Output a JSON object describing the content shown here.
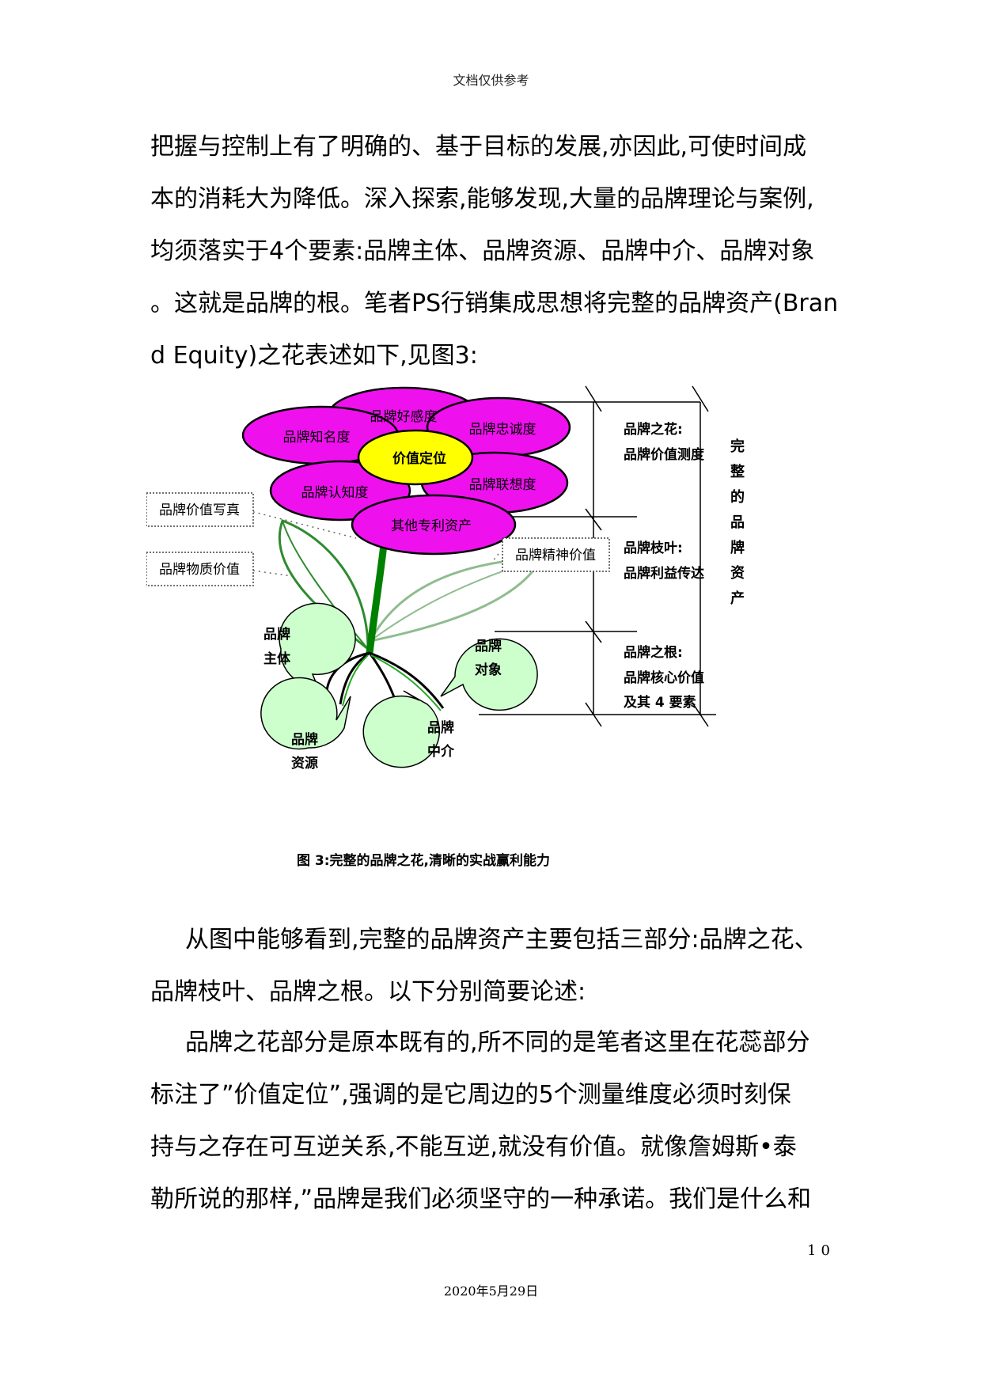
{
  "header": "文档仅供参考",
  "paragraph1": [
    "把握与控制上有了明确的、基于目标的发展,亦因此,可使时间成",
    "本的消耗大为降低。深入探索,能够发现,大量的品牌理论与案例,",
    "均须落实于4个要素:品牌主体、品牌资源、品牌中介、品牌对象",
    "。这就是品牌的根。笔者PS行销集成思想将完整的品牌资产(Bran",
    "d Equity)之花表述如下,见图3:"
  ],
  "figure": {
    "petals": {
      "haogan": "品牌好感度",
      "zhiming": "品牌知名度",
      "zhongcheng": "品牌忠诚度",
      "center": "价值定位",
      "renzhi": "品牌认知度",
      "lianxiang": "品牌联想度",
      "qita": "其他专利资产"
    },
    "boxes": {
      "xiezhen": "品牌价值写真",
      "wuzhi": "品牌物质价值",
      "jingshen": "品牌精神价值"
    },
    "bubbles": {
      "zhuti": [
        "品牌",
        "主体"
      ],
      "duixiang": [
        "品牌",
        "对象"
      ],
      "ziyuan": [
        "品牌",
        "资源"
      ],
      "zhongjie": [
        "品牌",
        "中介"
      ]
    },
    "right_labels": {
      "flower": [
        "品牌之花:",
        "品牌价值测度"
      ],
      "branch": [
        "品牌枝叶:",
        "品牌利益传达"
      ],
      "root": [
        "品牌之根:",
        "品牌核心价值",
        "及其 4 要素"
      ]
    },
    "vertical_title": [
      "完",
      "整",
      "的",
      "品",
      "牌",
      "资",
      "产"
    ],
    "caption": "图 3:完整的品牌之花,清晰的实战赢利能力",
    "colors": {
      "petal": "#ee11ee",
      "center": "#ffff00",
      "bubble": "#ccffcc",
      "stem": "#008000"
    }
  },
  "paragraph2": [
    "从图中能够看到,完整的品牌资产主要包括三部分:品牌之花、",
    "品牌枝叶、品牌之根。以下分别简要论述:"
  ],
  "paragraph3": [
    "品牌之花部分是原本既有的,所不同的是笔者这里在花蕊部分",
    "标注了”价值定位”,强调的是它周边的5个测量维度必须时刻保",
    "持与之存在可互逆关系,不能互逆,就没有价值。就像詹姆斯•泰",
    "勒所说的那样,”品牌是我们必须坚守的一种承诺。我们是什么和"
  ],
  "page_number": "10",
  "footer": "2020年5月29日"
}
